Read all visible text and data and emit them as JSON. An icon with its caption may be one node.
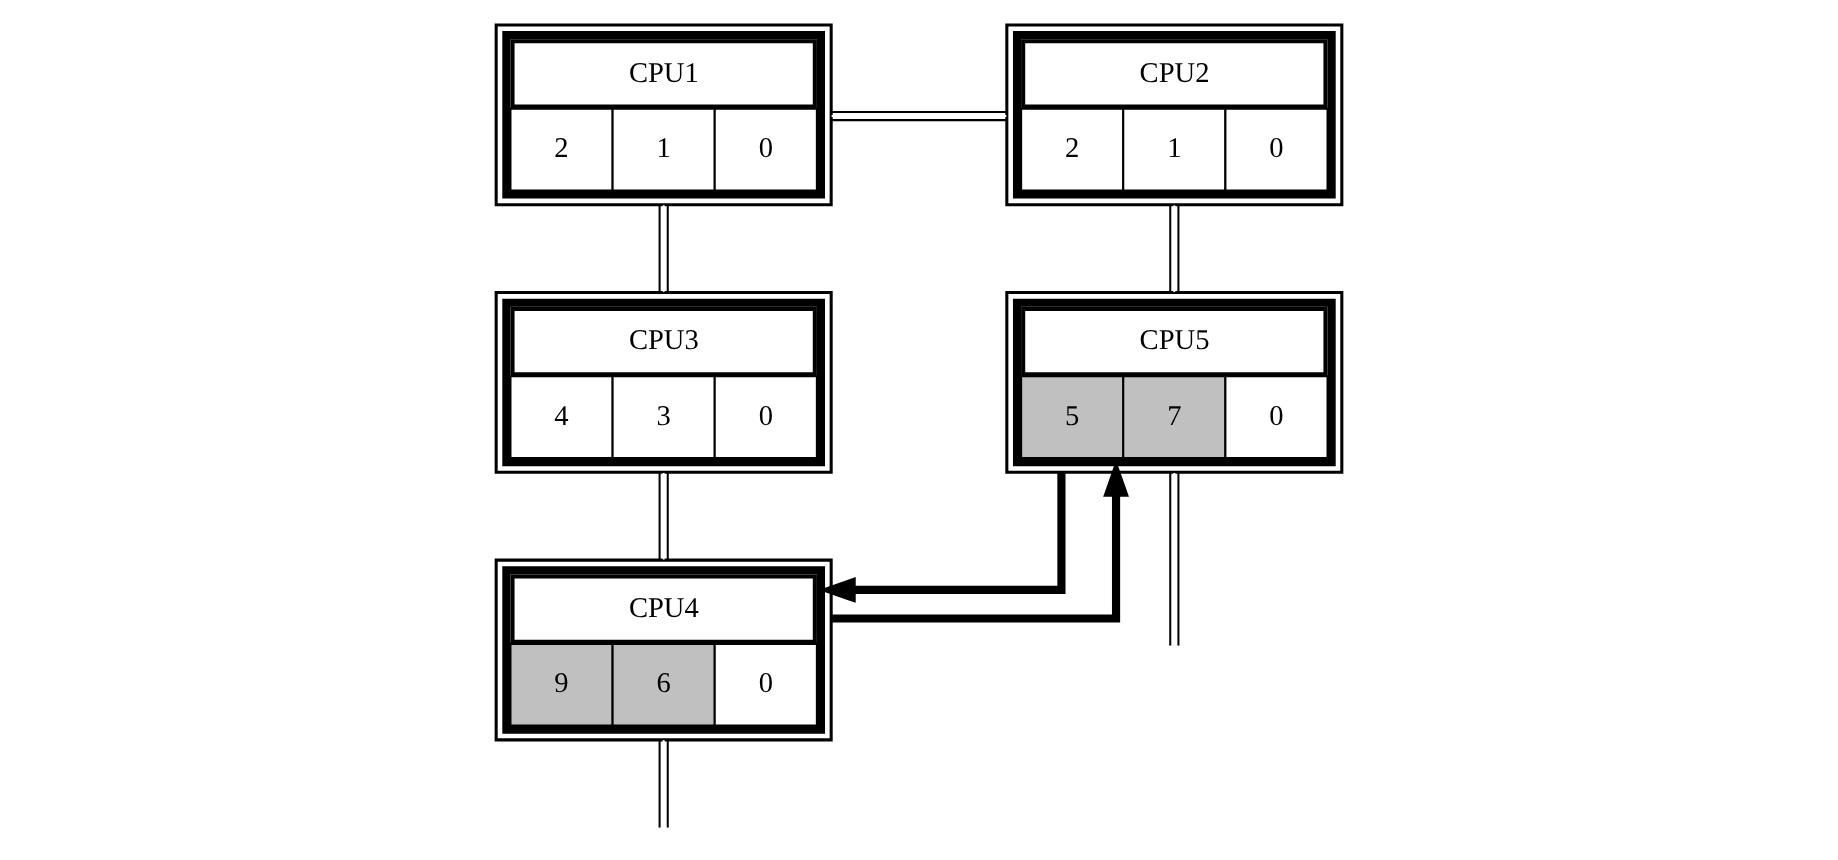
{
  "diagram": {
    "nodes": [
      {
        "text": [
          "CPU1",
          "2",
          "1",
          "0"
        ]
      },
      {
        "text": [
          "CPU2",
          "2",
          "1",
          "0"
        ]
      },
      {
        "text": [
          "CPU3",
          "4",
          "3",
          "0"
        ]
      },
      {
        "text": [
          "CPU5",
          "5",
          "7",
          "0"
        ]
      },
      {
        "text": [
          "CPU4",
          "9",
          "6",
          "0"
        ]
      }
    ],
    "edges": [
      {
        "from": 2,
        "to": 0,
        "arrow": "none"
      },
      {
        "from": 0,
        "to": 1,
        "arrow": "none"
      },
      {
        "from": 1,
        "to": 3,
        "arrow": "none"
      },
      {
        "from": 3,
        "to": null,
        "arrow": "none"
      },
      {
        "from": 2,
        "to": 4,
        "arrow": "none"
      },
      {
        "from": 4,
        "to": null,
        "arrow": "none"
      },
      {
        "from": 4,
        "to": 3,
        "arrow": "to",
        "style": "thick"
      },
      {
        "from": 3,
        "to": 4,
        "arrow": "to",
        "style": "thick"
      }
    ]
  }
}
